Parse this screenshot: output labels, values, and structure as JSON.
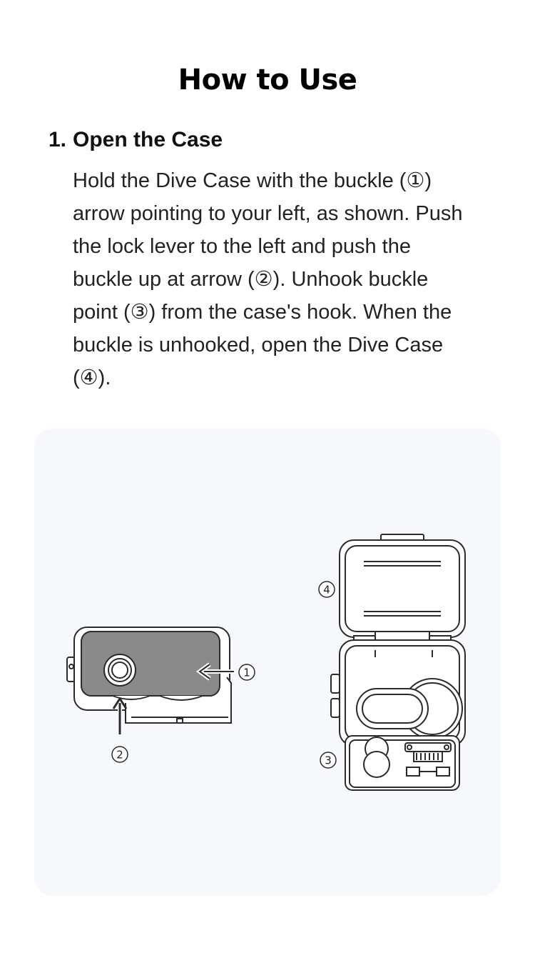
{
  "page": {
    "title": "How to Use"
  },
  "step": {
    "number": "1.",
    "heading": "Open the Case",
    "body": "Hold the Dive Case with the buckle (①) arrow pointing to your left, as shown. Push the lock lever to the left and push the buckle up at arrow (②). Unhook buckle point (③) from the case's hook. When the buckle is unhooked, open the Dive Case (④)."
  },
  "illustration": {
    "markers": [
      "1",
      "2",
      "3",
      "4"
    ],
    "colors": {
      "card_background": "#f6f8fc",
      "case_fill": "#8a8a8a",
      "line": "#2b2b2b"
    }
  }
}
